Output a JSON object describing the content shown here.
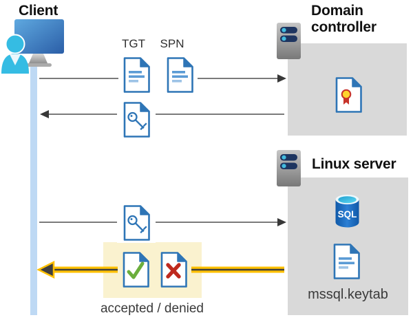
{
  "client": {
    "label": "Client"
  },
  "domain_controller": {
    "label": "Domain controller"
  },
  "linux_server": {
    "label": "Linux server",
    "sql_label": "SQL",
    "keytab_label": "mssql.keytab"
  },
  "flow": {
    "tgt_label": "TGT",
    "spn_label": "SPN",
    "result_label": "accepted / denied"
  },
  "icons": {
    "client": "person-at-monitor-icon",
    "domain_controller": "server-icon",
    "linux_server": "server-icon",
    "tgt": "document-icon",
    "spn": "document-icon",
    "ticket_reply": "key-document-icon",
    "service_ticket": "key-document-icon",
    "certificate": "certificate-document-icon",
    "sql": "sql-database-icon",
    "keytab": "document-icon",
    "accepted": "check-document-icon",
    "denied": "x-document-icon"
  },
  "arrows": [
    {
      "name": "client-to-domain-controller",
      "direction": "right",
      "color": "#4F4F4F"
    },
    {
      "name": "domain-controller-to-client",
      "direction": "left",
      "color": "#4F4F4F"
    },
    {
      "name": "client-to-linux-server",
      "direction": "right",
      "color": "#4F4F4F"
    },
    {
      "name": "linux-server-result-to-client",
      "direction": "left",
      "color": "#FFC000",
      "highlighted": true
    }
  ],
  "colors": {
    "doc_blue": "#2E75B6",
    "doc_line_light": "#9DC3E6",
    "doc_line_mid": "#5B9BD5",
    "person_cyan": "#35BCE3",
    "box_gray": "#D9D9D9",
    "highlight_cream": "#FAF2CF",
    "arrow_gray": "#4F4F4F",
    "arrow_yellow": "#FFC000",
    "lifeline_blue": "#BED9F4",
    "check_green": "#6BAE3C",
    "deny_red": "#BE2A1E",
    "server_pill_navy": "#1E3560",
    "server_dot_cyan": "#43BCDF"
  }
}
